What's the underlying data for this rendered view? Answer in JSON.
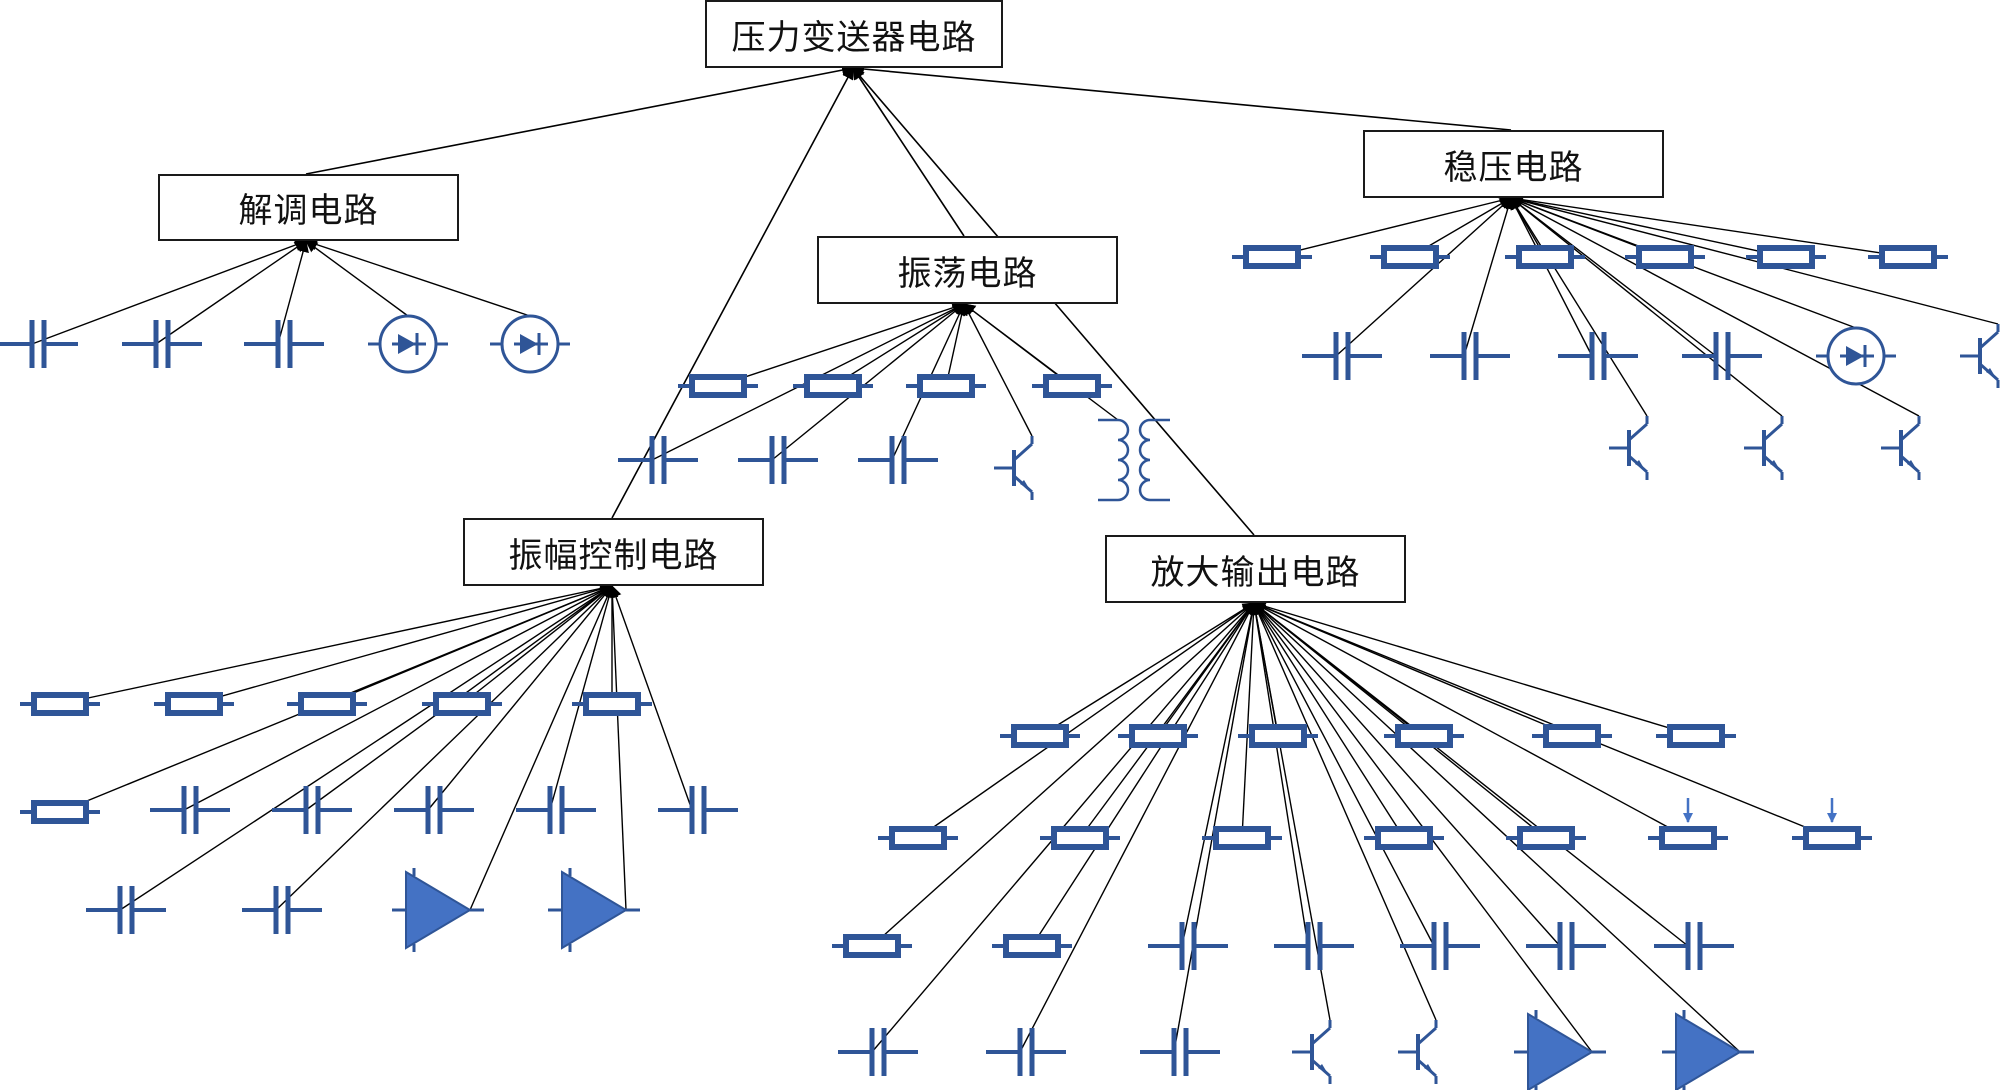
{
  "nodes": {
    "root": {
      "label": "压力变送器电路"
    },
    "demod": {
      "label": "解调电路"
    },
    "osc": {
      "label": "振荡电路"
    },
    "reg": {
      "label": "稳压电路"
    },
    "amp": {
      "label": "振幅控制电路"
    },
    "out": {
      "label": "放大输出电路"
    }
  },
  "edges": [
    {
      "from": "demod",
      "to": "root"
    },
    {
      "from": "osc",
      "to": "root"
    },
    {
      "from": "reg",
      "to": "root"
    },
    {
      "from": "amp",
      "to": "root"
    },
    {
      "from": "out",
      "to": "root"
    }
  ],
  "colors": {
    "symbol": "#2f5597",
    "symbol_fill": "#4472c4",
    "line": "#000000"
  },
  "components": {
    "demod": [
      "capacitor",
      "capacitor",
      "capacitor",
      "diode",
      "diode"
    ],
    "osc": [
      "resistor",
      "resistor",
      "resistor",
      "resistor",
      "capacitor",
      "capacitor",
      "capacitor",
      "transistor",
      "transformer"
    ],
    "reg": [
      "resistor",
      "resistor",
      "resistor",
      "resistor",
      "resistor",
      "resistor",
      "capacitor",
      "capacitor",
      "capacitor",
      "capacitor",
      "diode",
      "transistor",
      "transistor",
      "transistor",
      "transistor"
    ],
    "amp": [
      "resistor",
      "resistor",
      "resistor",
      "resistor",
      "resistor",
      "resistor",
      "capacitor",
      "capacitor",
      "capacitor",
      "capacitor",
      "capacitor",
      "capacitor",
      "capacitor",
      "op-amp",
      "op-amp"
    ],
    "out": [
      "resistor",
      "resistor",
      "resistor",
      "resistor",
      "resistor",
      "resistor",
      "resistor",
      "resistor",
      "resistor",
      "resistor",
      "resistor",
      "potentiometer",
      "potentiometer",
      "resistor",
      "resistor",
      "capacitor",
      "capacitor",
      "capacitor",
      "capacitor",
      "capacitor",
      "capacitor",
      "capacitor",
      "capacitor",
      "transistor",
      "transistor",
      "op-amp",
      "op-amp"
    ]
  }
}
